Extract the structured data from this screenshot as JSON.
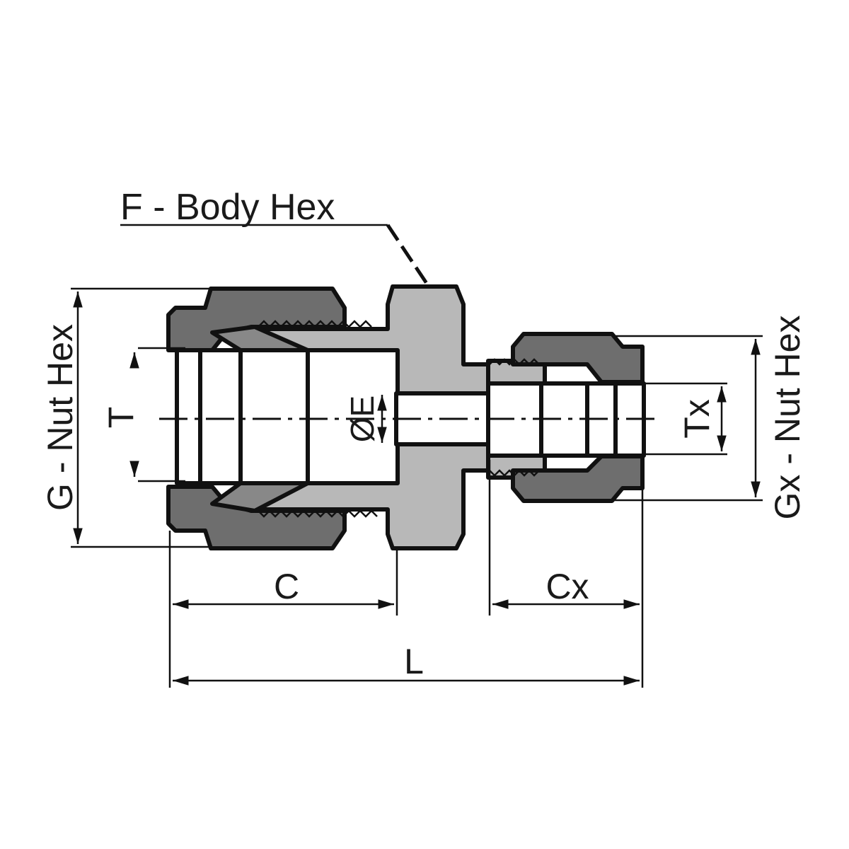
{
  "diagram": {
    "body_hex_label": "F - Body Hex",
    "nut_hex_label": "G - Nut Hex",
    "nut_hex_x_label": "Gx - Nut Hex",
    "tube_label": "T",
    "tube_x_label": "Tx",
    "bore_label": "ØE",
    "length_c_label": "C",
    "length_cx_label": "Cx",
    "length_l_label": "L",
    "colors": {
      "nut": "#6e6e6e",
      "body": "#b8b8b8",
      "line": "#111111"
    }
  }
}
